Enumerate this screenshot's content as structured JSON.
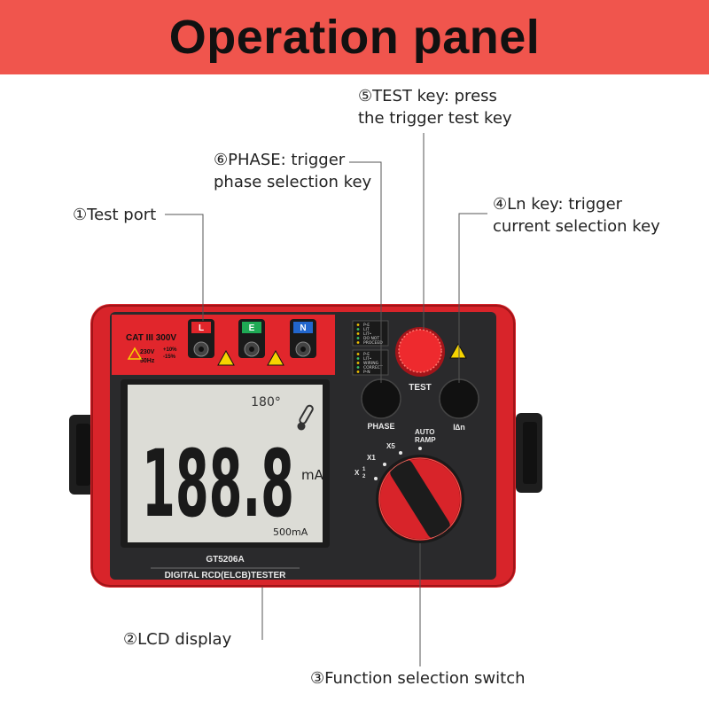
{
  "header": {
    "title": "Operation panel"
  },
  "callouts": {
    "test_key": [
      "⑤TEST key: press",
      "the trigger test key"
    ],
    "phase_key": [
      "⑥PHASE: trigger",
      "phase selection key"
    ],
    "ln_key": [
      "④Ln key: trigger",
      "current selection key"
    ],
    "test_port": [
      "①Test port"
    ],
    "lcd_display": [
      "②LCD display"
    ],
    "function_switch": [
      "③Function selection switch"
    ]
  },
  "device": {
    "category": "CAT III 300V",
    "rating_voltage": "230V",
    "rating_freq": "50Hz",
    "tolerance_plus": "+10%",
    "tolerance_minus": "-15%",
    "port_l": "L",
    "port_e": "E",
    "port_n": "N",
    "lcd_angle": "180°",
    "lcd_value": "188.8",
    "lcd_unit": "mA",
    "lcd_range": "500mA",
    "model": "GT5206A",
    "product_name": "DIGITAL RCD(ELCB)TESTER",
    "test_label": "TEST",
    "phase_label": "PHASE",
    "ln_label": "I∆n",
    "switch_x_half_prefix": "X",
    "switch_half_num": "1",
    "switch_half_den": "2",
    "switch_x1": "X1",
    "switch_x5": "X5",
    "switch_auto": "AUTO",
    "switch_ramp": "RAMP",
    "indicator_top_lines": [
      "P-E",
      "LIT",
      "LIT•",
      "DO NOT",
      "PROCEED"
    ],
    "indicator_bottom_lines": [
      "P-E",
      "LIT•",
      "WIRING",
      "CORRECT",
      "P-N"
    ]
  },
  "colors": {
    "banner": "#f0554d",
    "body_red": "#e1262c",
    "panel_dark": "#2a2a2c",
    "lcd_bg": "#dcdcd6",
    "port_l": "#e0252a",
    "port_e": "#1faa55",
    "port_n": "#2266cc"
  }
}
